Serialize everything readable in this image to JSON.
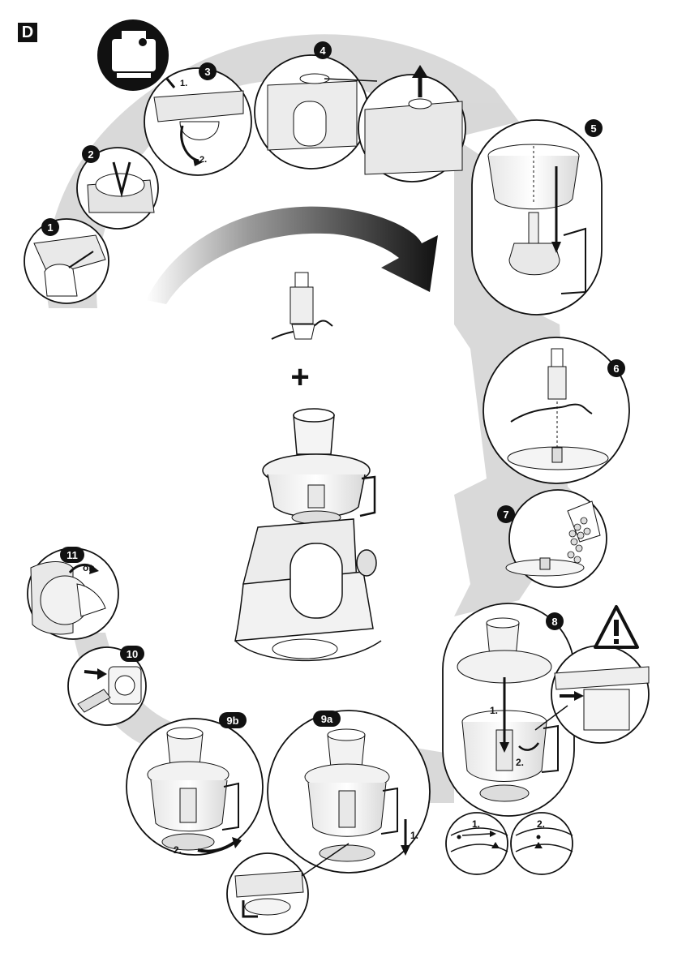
{
  "section_letter": "D",
  "steps": [
    {
      "id": "1",
      "label": "1"
    },
    {
      "id": "2",
      "label": "2"
    },
    {
      "id": "3",
      "label": "3"
    },
    {
      "id": "4",
      "label": "4"
    },
    {
      "id": "5",
      "label": "5"
    },
    {
      "id": "6",
      "label": "6"
    },
    {
      "id": "7",
      "label": "7"
    },
    {
      "id": "8",
      "label": "8"
    },
    {
      "id": "9a",
      "label": "9a"
    },
    {
      "id": "9b",
      "label": "9b"
    },
    {
      "id": "10",
      "label": "10"
    },
    {
      "id": "11",
      "label": "11"
    }
  ],
  "sub_labels": {
    "step3_1": "1.",
    "step3_2": "2.",
    "step8_1": "1.",
    "step8_2": "2.",
    "step8_detail_1": "1.",
    "step8_detail_2": "2.",
    "step9a_1": "1.",
    "step9b_2": "2.",
    "step11_on": "on"
  },
  "center_plus": "+",
  "colors": {
    "ink": "#111111",
    "arc_gray": "#b9b9b9",
    "shadow_gray": "#d2d2d2",
    "machine_light": "#ececec"
  },
  "icons": [
    "warning-triangle-icon",
    "power-plug-icon",
    "socket-icon",
    "arrow-icon"
  ]
}
